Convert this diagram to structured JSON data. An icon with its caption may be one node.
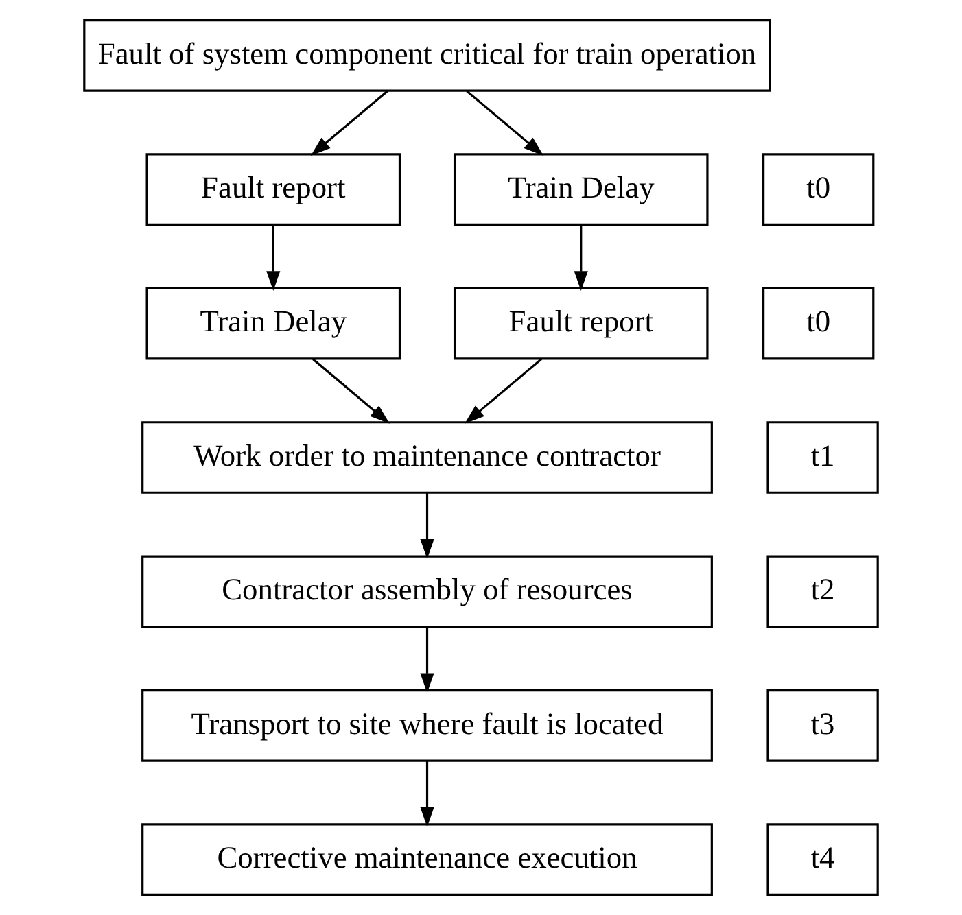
{
  "diagram": {
    "nodes": [
      {
        "text": [
          "Fault of system component critical for train operation"
        ]
      },
      {
        "text": [
          "Fault report"
        ]
      },
      {
        "text": [
          "Train Delay"
        ]
      },
      {
        "text": [
          "t0"
        ]
      },
      {
        "text": [
          "t0"
        ]
      },
      {
        "text": [
          "Train Delay"
        ]
      },
      {
        "text": [
          "Fault report"
        ]
      },
      {
        "text": [
          "t1"
        ]
      },
      {
        "text": [
          "Work order to maintenance contractor"
        ]
      },
      {
        "text": [
          "t2"
        ]
      },
      {
        "text": [
          "Contractor assembly of resources"
        ]
      },
      {
        "text": [
          "t3"
        ]
      },
      {
        "text": [
          "Transport to site where fault is located"
        ]
      },
      {
        "text": [
          "t4"
        ]
      },
      {
        "text": [
          "Corrective maintenance execution"
        ]
      }
    ],
    "edges": [
      {
        "from": 0,
        "to": 1,
        "arrow": "to"
      },
      {
        "from": 0,
        "to": 2,
        "arrow": "to"
      },
      {
        "from": 1,
        "to": 5,
        "arrow": "to"
      },
      {
        "from": 2,
        "to": 6,
        "arrow": "to"
      },
      {
        "from": 5,
        "to": 8,
        "arrow": "to"
      },
      {
        "from": 6,
        "to": 8,
        "arrow": "to"
      },
      {
        "from": 8,
        "to": 10,
        "arrow": "to"
      },
      {
        "from": 10,
        "to": 12,
        "arrow": "to"
      },
      {
        "from": 12,
        "to": 14,
        "arrow": "to"
      }
    ]
  }
}
